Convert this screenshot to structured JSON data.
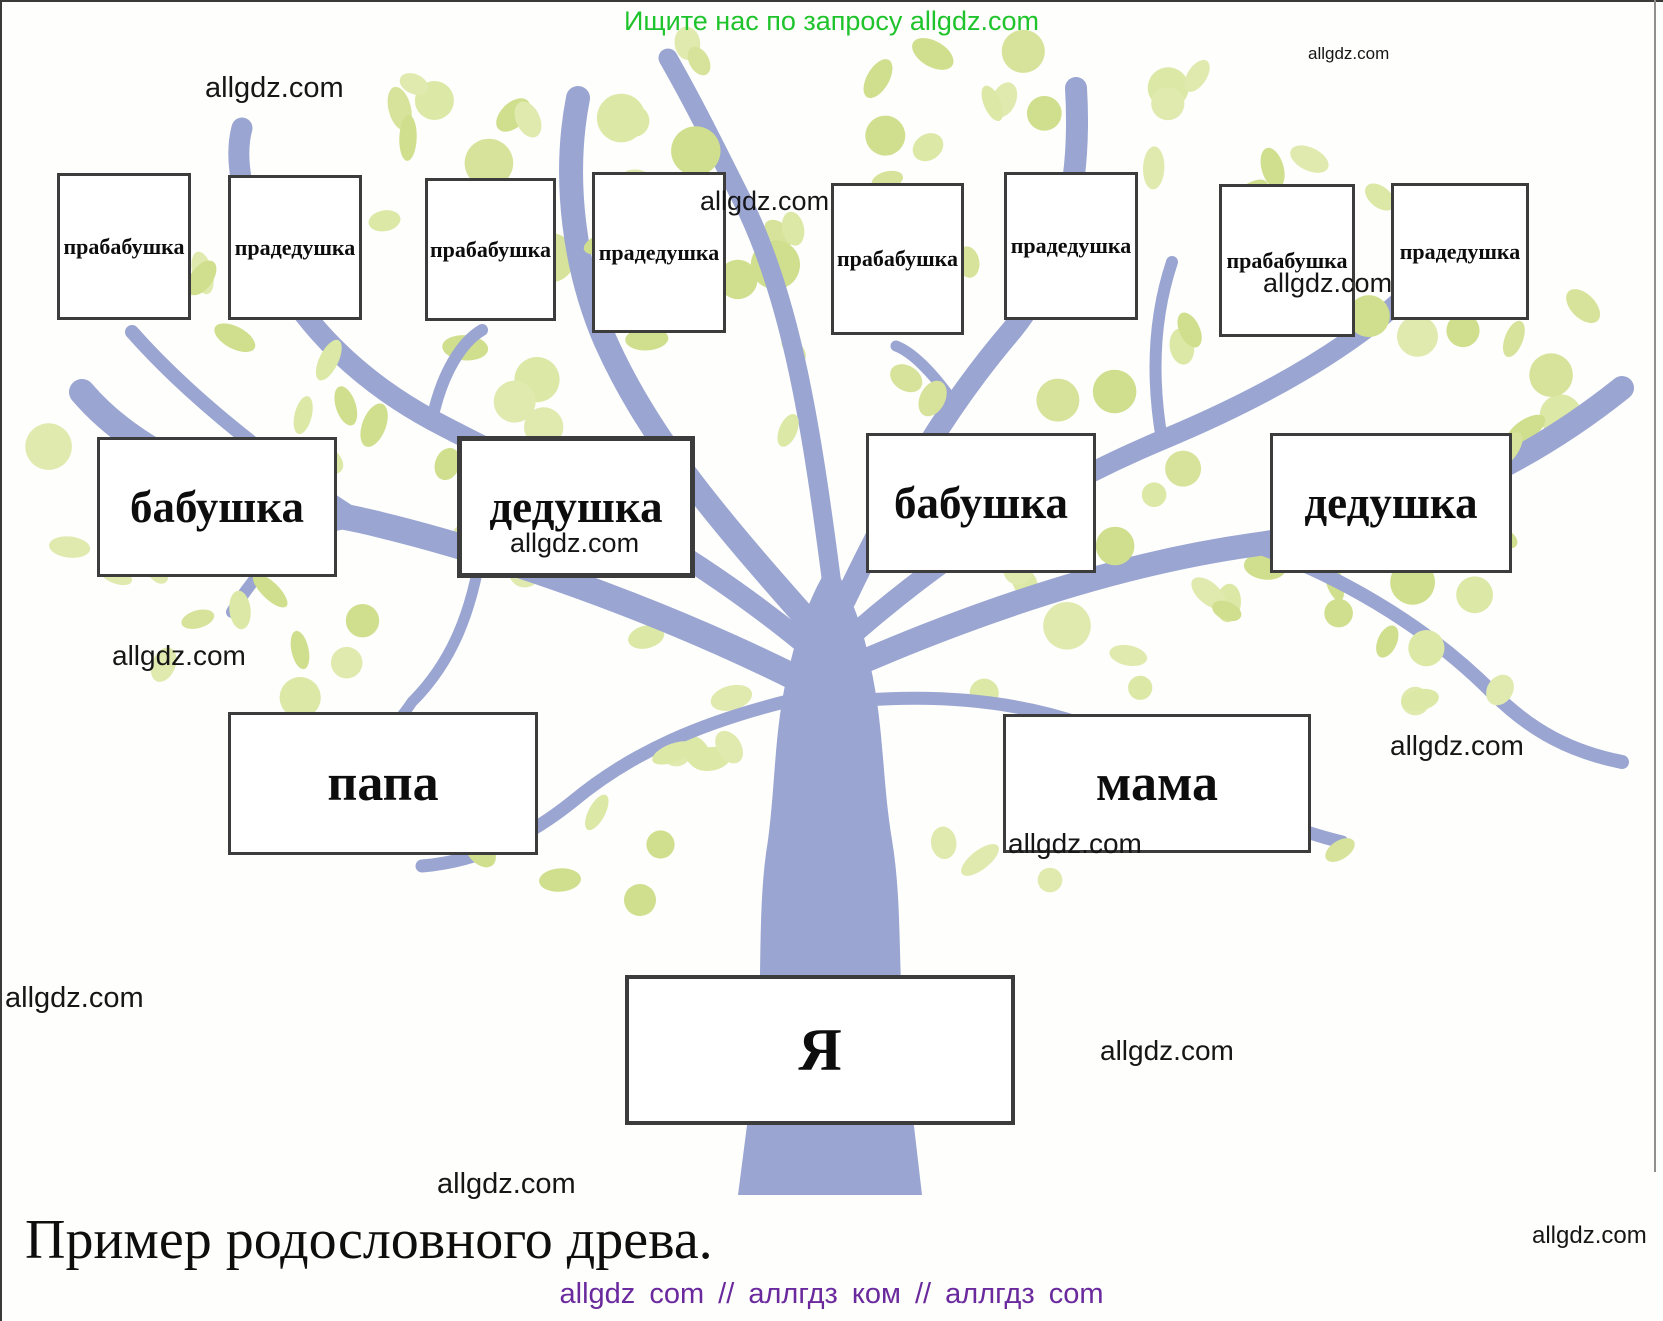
{
  "banner": {
    "text": "Ищите нас по запросу allgdz.com",
    "color": "#1fc32b"
  },
  "watermark": {
    "text": "allgdz.com"
  },
  "tree": {
    "generation1": [
      "прабабушка",
      "прадедушка",
      "прабабушка",
      "прадедушка",
      "прабабушка",
      "прадедушка",
      "прабабушка",
      "прадедушка"
    ],
    "generation2": [
      "бабушка",
      "дедушка",
      "бабушка",
      "дедушка"
    ],
    "generation3": [
      "папа",
      "мама"
    ],
    "generation4": [
      "Я"
    ]
  },
  "caption": {
    "text": "Пример родословного древа."
  },
  "footer": {
    "text": "allgdz com  //  аллгдз ком  //  аллгдз com",
    "color": "#6a2a9d"
  },
  "colors": {
    "branch": "#9aa5d2",
    "leaf": "#d9e59d",
    "box_border": "#3c3c3c",
    "banner_green": "#1fc32b",
    "footer_purple": "#6a2a9d"
  }
}
